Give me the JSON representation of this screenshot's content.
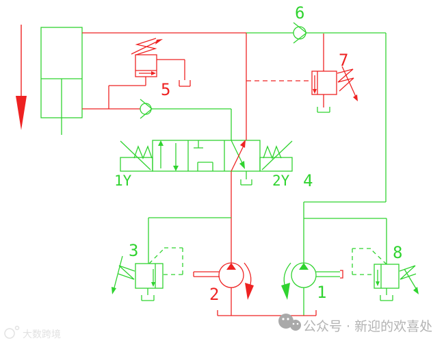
{
  "diagram_type": "hydraulic-circuit-schematic",
  "colors": {
    "line_red": "#ee2222",
    "line_green": "#2fd32f",
    "watermark_gray": "#aeaeae",
    "watermark_faint": "#e2e2e2",
    "background": "#ffffff"
  },
  "labels": {
    "pump_right": "1",
    "pump_left": "2",
    "relief_valve_left": "3",
    "directional_valve": "4",
    "relief_valve_top": "5",
    "check_valve_top": "6",
    "pilot_valve": "7",
    "relief_valve_right": "8",
    "solenoid_left": "1Y",
    "solenoid_right": "2Y"
  },
  "watermark_right": {
    "icon": "wechat-icon",
    "text": "公众号 · 新迎的欢喜处"
  },
  "watermark_left": {
    "icon": "platform-logo-icon",
    "text": "大数跨境"
  }
}
